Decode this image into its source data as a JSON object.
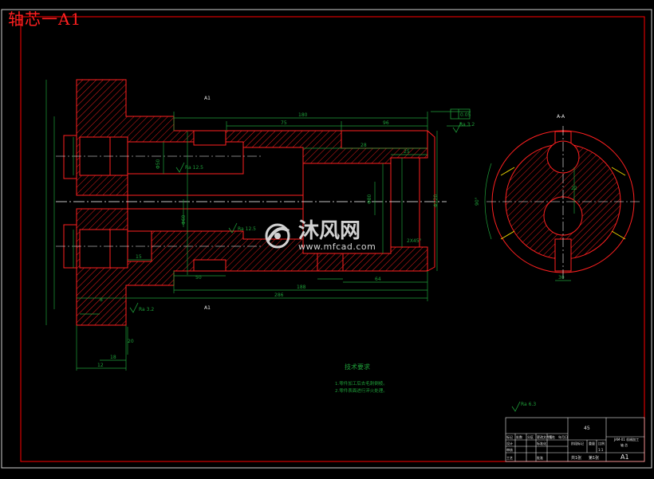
{
  "title": "轴芯一A1",
  "section_view_label": "A-A",
  "view_labels": {
    "top": "A1",
    "bottom": "A1"
  },
  "watermark": {
    "main": "沐风网",
    "sub": "www.mfcad.com"
  },
  "tech_requirements": {
    "heading": "技术要求",
    "items": [
      "1.零件加工后去毛刺倒棱。",
      "2.零件表面进行淬火处理。"
    ]
  },
  "dimensions": {
    "total_length": "286",
    "length_188": "188",
    "length_180": "180",
    "length_75": "75",
    "length_96": "96",
    "length_64": "64",
    "length_50": "50",
    "length_15": "15",
    "length_20": "20",
    "length_22": "22",
    "length_18": "18",
    "length_30": "30",
    "length_12": "12",
    "length_8": "8",
    "length_28": "28",
    "length_25": "25",
    "chamfer": "2X45°",
    "ra_125": "Ra 12.5",
    "ra_32": "Ra 3.2",
    "ra_63": "Ra 6.3",
    "tolerance_box": "0.05",
    "diameter_1": "Φ120",
    "diameter_2": "Φ80",
    "diameter_3": "Φ60",
    "diameter_4": "Φ50",
    "angle_90": "90°"
  },
  "title_block": {
    "part_name": "轴芯",
    "drawing_code": "A1",
    "scale": "1:1",
    "company": "JAM-01 机械加工",
    "sub": "轴 芯",
    "labels": [
      "标记",
      "处数",
      "分区",
      "更改文件号",
      "签名",
      "年月日"
    ],
    "row2": [
      "设计",
      "",
      "标准化",
      "",
      "阶段标记",
      "重量",
      "比例"
    ],
    "row3": [
      "审核",
      "",
      "",
      "",
      "",
      "",
      "1:1"
    ],
    "row4": [
      "工艺",
      "",
      "批准",
      "",
      "共1张",
      "第1张"
    ],
    "material": "45"
  },
  "colors": {
    "frame": "#ff0000",
    "outline": "#ff2020",
    "dimension": "#00ff40",
    "centerline": "#ffffff",
    "hatch": "#ff2020"
  }
}
